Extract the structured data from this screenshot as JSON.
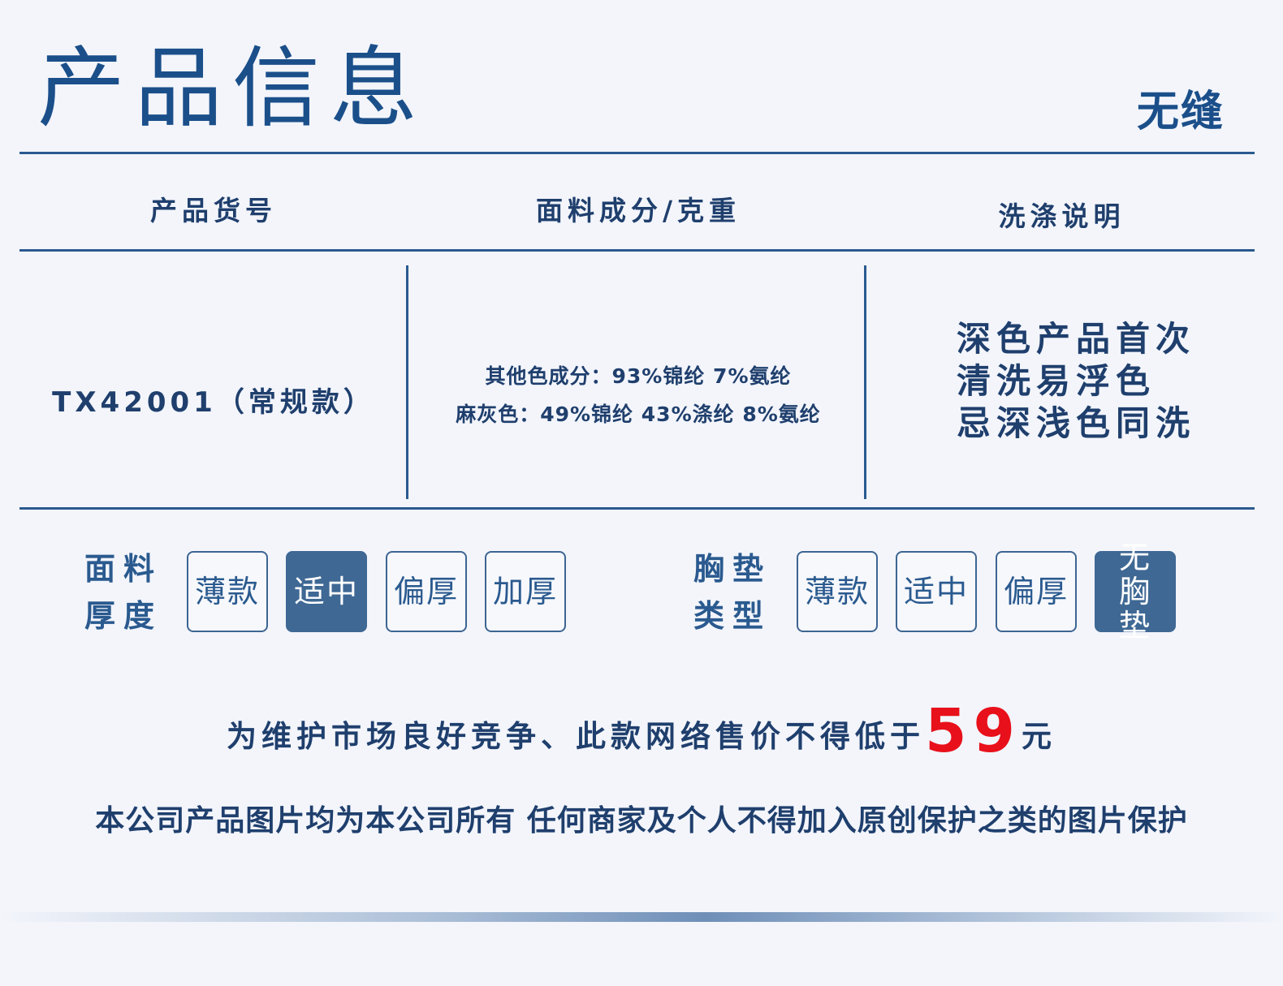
{
  "header": {
    "title": "产品信息",
    "subtitle": "无缝"
  },
  "table": {
    "headers": [
      "产品货号",
      "面料成分/克重",
      "洗涤说明"
    ],
    "sku": "TX42001（常规款）",
    "fabric_lines": [
      "其他色成分：93%锦纶 7%氨纶",
      "麻灰色：49%锦纶 43%涤纶 8%氨纶"
    ],
    "wash_lines": [
      "深色产品首次",
      "清洗易浮色",
      "忌深浅色同洗"
    ]
  },
  "thickness": {
    "label_lines": [
      "面料",
      "厚度"
    ],
    "options": [
      "薄款",
      "适中",
      "偏厚",
      "加厚"
    ],
    "selected": "适中"
  },
  "pad": {
    "label_lines": [
      "胸垫",
      "类型"
    ],
    "options": [
      "薄款",
      "适中",
      "偏厚",
      "无胸垫"
    ],
    "selected": "无胸垫"
  },
  "notice": {
    "text": "为维护市场良好竞争、此款网络售价不得低于",
    "price": "59",
    "unit": "元"
  },
  "copyright": "本公司产品图片均为本公司所有 任何商家及个人不得加入原创保护之类的图片保护",
  "colors": {
    "primary": "#1b4f8a",
    "selected_bg": "#3f6894",
    "price": "#e8101a",
    "background": "#f3f5fb"
  }
}
